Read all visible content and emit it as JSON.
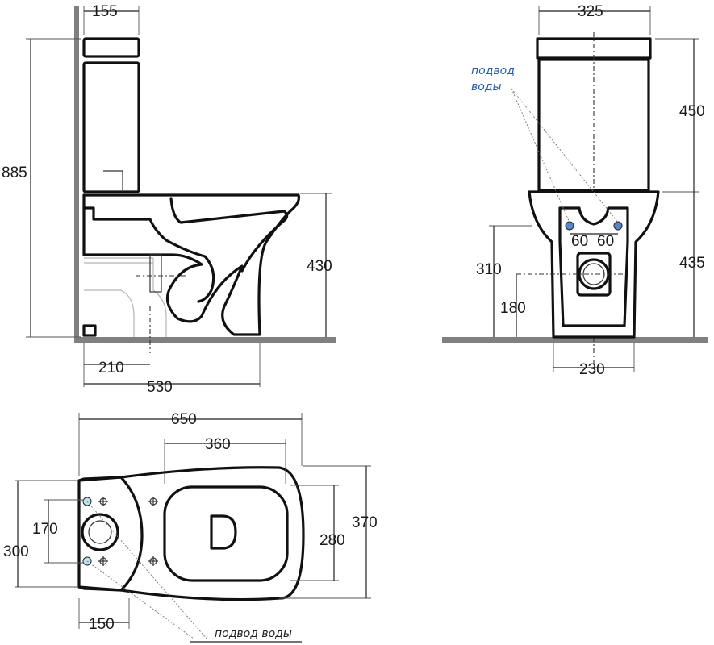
{
  "dimensions": {
    "side_tank_depth": "155",
    "side_total_height": "885",
    "side_bowl_height": "430",
    "side_outlet_offset": "210",
    "side_depth": "530",
    "front_tank_width": "325",
    "front_tank_height": "450",
    "front_bowl_height": "435",
    "front_inlet_spacing_left": "60",
    "front_inlet_spacing_right": "60",
    "front_inlet_height": "310",
    "front_outlet_height": "180",
    "front_base_width": "230",
    "top_length": "650",
    "top_seat_length": "360",
    "top_width": "370",
    "top_seat_width": "280",
    "top_mount_width": "300",
    "top_inlet_spacing": "170",
    "top_outlet_offset": "150"
  },
  "labels": {
    "water_inlet_front": [
      "подвод",
      "воды"
    ],
    "water_inlet_top": "подвод воды"
  },
  "colors": {
    "floor": "#808080",
    "note_blue": "#2a5ea8",
    "line": "#111111"
  },
  "icons": [
    "water-inlet-marker-icon",
    "mounting-bolt-icon",
    "drain-outlet-icon"
  ]
}
